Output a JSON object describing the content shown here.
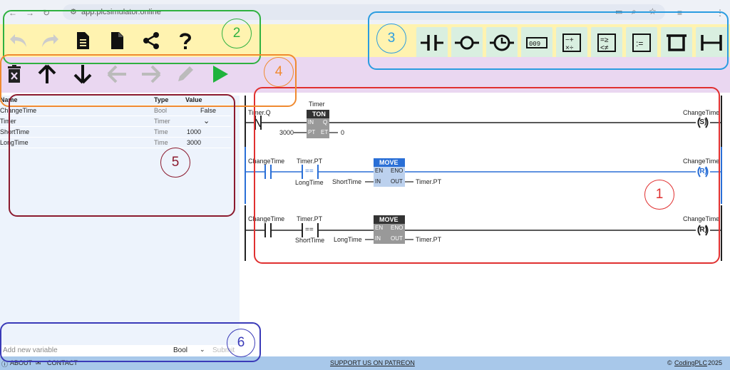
{
  "browser": {
    "url": "app.plcsimulator.online"
  },
  "vars": {
    "headers": {
      "name": "Name",
      "type": "Type",
      "value": "Value"
    },
    "rows": [
      {
        "name": "ChangeTime",
        "type": "Bool",
        "value": "False"
      },
      {
        "name": "Timer",
        "type": "Timer",
        "value": ""
      },
      {
        "name": "ShortTime",
        "type": "Time",
        "value": "1000"
      },
      {
        "name": "LongTime",
        "type": "Time",
        "value": "3000"
      }
    ],
    "new_placeholder": "Add new variable",
    "new_type": "Bool",
    "submit": "Submit"
  },
  "rungs": {
    "r1": {
      "contact": "Timer.Q",
      "timer_name": "Timer",
      "timer_type": "TON",
      "in": "IN",
      "q": "Q",
      "pt": "PT",
      "et": "ET",
      "pt_val": "3000",
      "et_val": "0",
      "coil_var": "ChangeTime",
      "coil": "(S)"
    },
    "r2": {
      "contact": "ChangeTime",
      "cmp_a": "Timer.PT",
      "cmp_b": "LongTime",
      "cmp_op": "==",
      "move": "MOVE",
      "en": "EN",
      "eno": "ENO",
      "in": "IN",
      "out": "OUT",
      "in_var": "ShortTime",
      "out_var": "Timer.PT",
      "coil_var": "ChangeTime",
      "coil": "(R)"
    },
    "r3": {
      "contact": "ChangeTime",
      "cmp_a": "Timer.PT",
      "cmp_b": "ShortTime",
      "cmp_op": "==",
      "move": "MOVE",
      "en": "EN",
      "eno": "ENO",
      "in": "IN",
      "out": "OUT",
      "in_var": "LongTime",
      "out_var": "Timer.PT",
      "coil_var": "ChangeTime",
      "coil": "(R)"
    }
  },
  "footer": {
    "about": "ABOUT",
    "contact": "CONTACT",
    "patreon": "SUPPORT US ON PATREON",
    "copy_pre": "© ",
    "copy_link": "CodingPLC",
    "copy_post": " 2025"
  },
  "annotations": [
    "1",
    "2",
    "3",
    "4",
    "5",
    "6"
  ],
  "colors": {
    "toolbar_yellow": "#fff3b0",
    "toolbar_purple": "#ead7f1",
    "accent_blue": "#2a6fd6",
    "annot_red": "#e03030",
    "annot_green": "#2fb140",
    "annot_blue": "#2a9ce0",
    "annot_orange": "#f08a30",
    "annot_maroon": "#8b1a2e",
    "annot_navy": "#3a3ab8"
  }
}
